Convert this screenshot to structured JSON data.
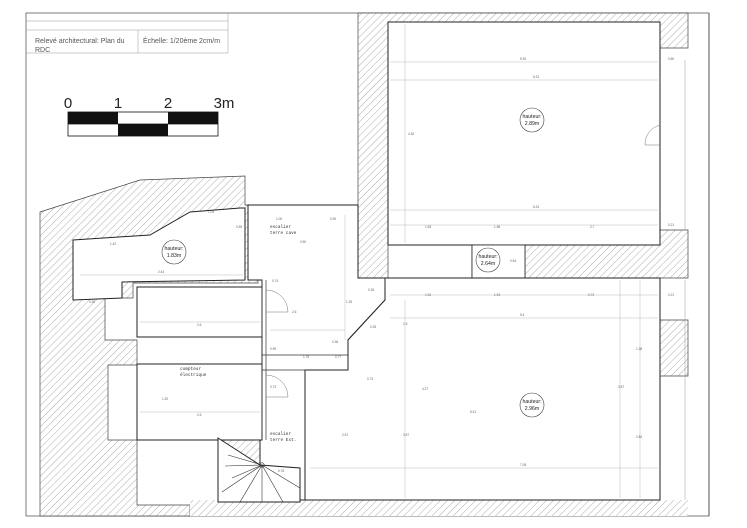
{
  "title_block": {
    "description": "Relevé architectural: Plan du RDC",
    "scale_note": "Échelle: 1/20ème 2cm/m"
  },
  "scale_bar": {
    "labels": [
      "0",
      "1",
      "2",
      "3m"
    ]
  },
  "rooms": {
    "top_right": {
      "label": "hauteur:",
      "value": "2.89m"
    },
    "left_wing": {
      "label": "hauteur:",
      "value": "1.83m"
    },
    "middle_passage": {
      "label": "hauteur:",
      "value": "2.64m"
    },
    "bottom_right": {
      "label": "hauteur:",
      "value": "2.96m"
    }
  },
  "annotations": {
    "cellar_upper": [
      "escalier",
      "terre cave"
    ],
    "meter": [
      "compteur",
      "électrique"
    ],
    "cellar_lower": [
      "escalier",
      "terre Ext."
    ]
  },
  "dimensions": {
    "top_room_width_a": "5.30",
    "top_room_width_b": "5.31",
    "top_room_height": "4.30",
    "top_room_bottom": "5.31",
    "top_room_sub_a": "1.63",
    "top_room_sub_b": "1.98",
    "top_room_sub_c": "2.7",
    "right_edge_a": "0.60",
    "right_edge_b": "0.21",
    "left_wing_top": "1.03",
    "left_wing_a": "1.42",
    "left_wing_b": "2.44",
    "left_wing_c": "0.30",
    "left_wing_d": "0.55",
    "corridor_a": "1.00",
    "corridor_b": "0.90",
    "corridor_c": "0.50",
    "corridor_d": "0.74",
    "corridor_e": "1.25",
    "corridor_f": "0.26",
    "corridor_g": "0.25",
    "corridor_h": "0.36",
    "corridor_i": "2.6",
    "corridor_j": "1.75",
    "corridor_k": "0.77",
    "corridor_l": "0.99",
    "corridor_m": "0.73",
    "corridor_n": "0.73",
    "store_upper": "2.6",
    "store_lower": "2.6",
    "store_height": "1.20",
    "mid_a": "0.54",
    "bottom_room_a": "1.94",
    "bottom_room_b": "1.94",
    "bottom_room_c": "0.72",
    "bottom_room_width": "5.4",
    "bottom_room_width_b": "5.41",
    "bottom_room_width_c": "7.05",
    "bottom_room_h_a": "1.38",
    "bottom_room_h_b": "3.57",
    "bottom_room_h_c": "4.27",
    "bottom_room_h_d": "2.57",
    "bottom_room_h_e": "3.57",
    "bottom_room_h_f": "2.84",
    "bottom_room_h_g": "1.5",
    "bottom_room_edge": "0.21",
    "stair_a": "0.78"
  }
}
